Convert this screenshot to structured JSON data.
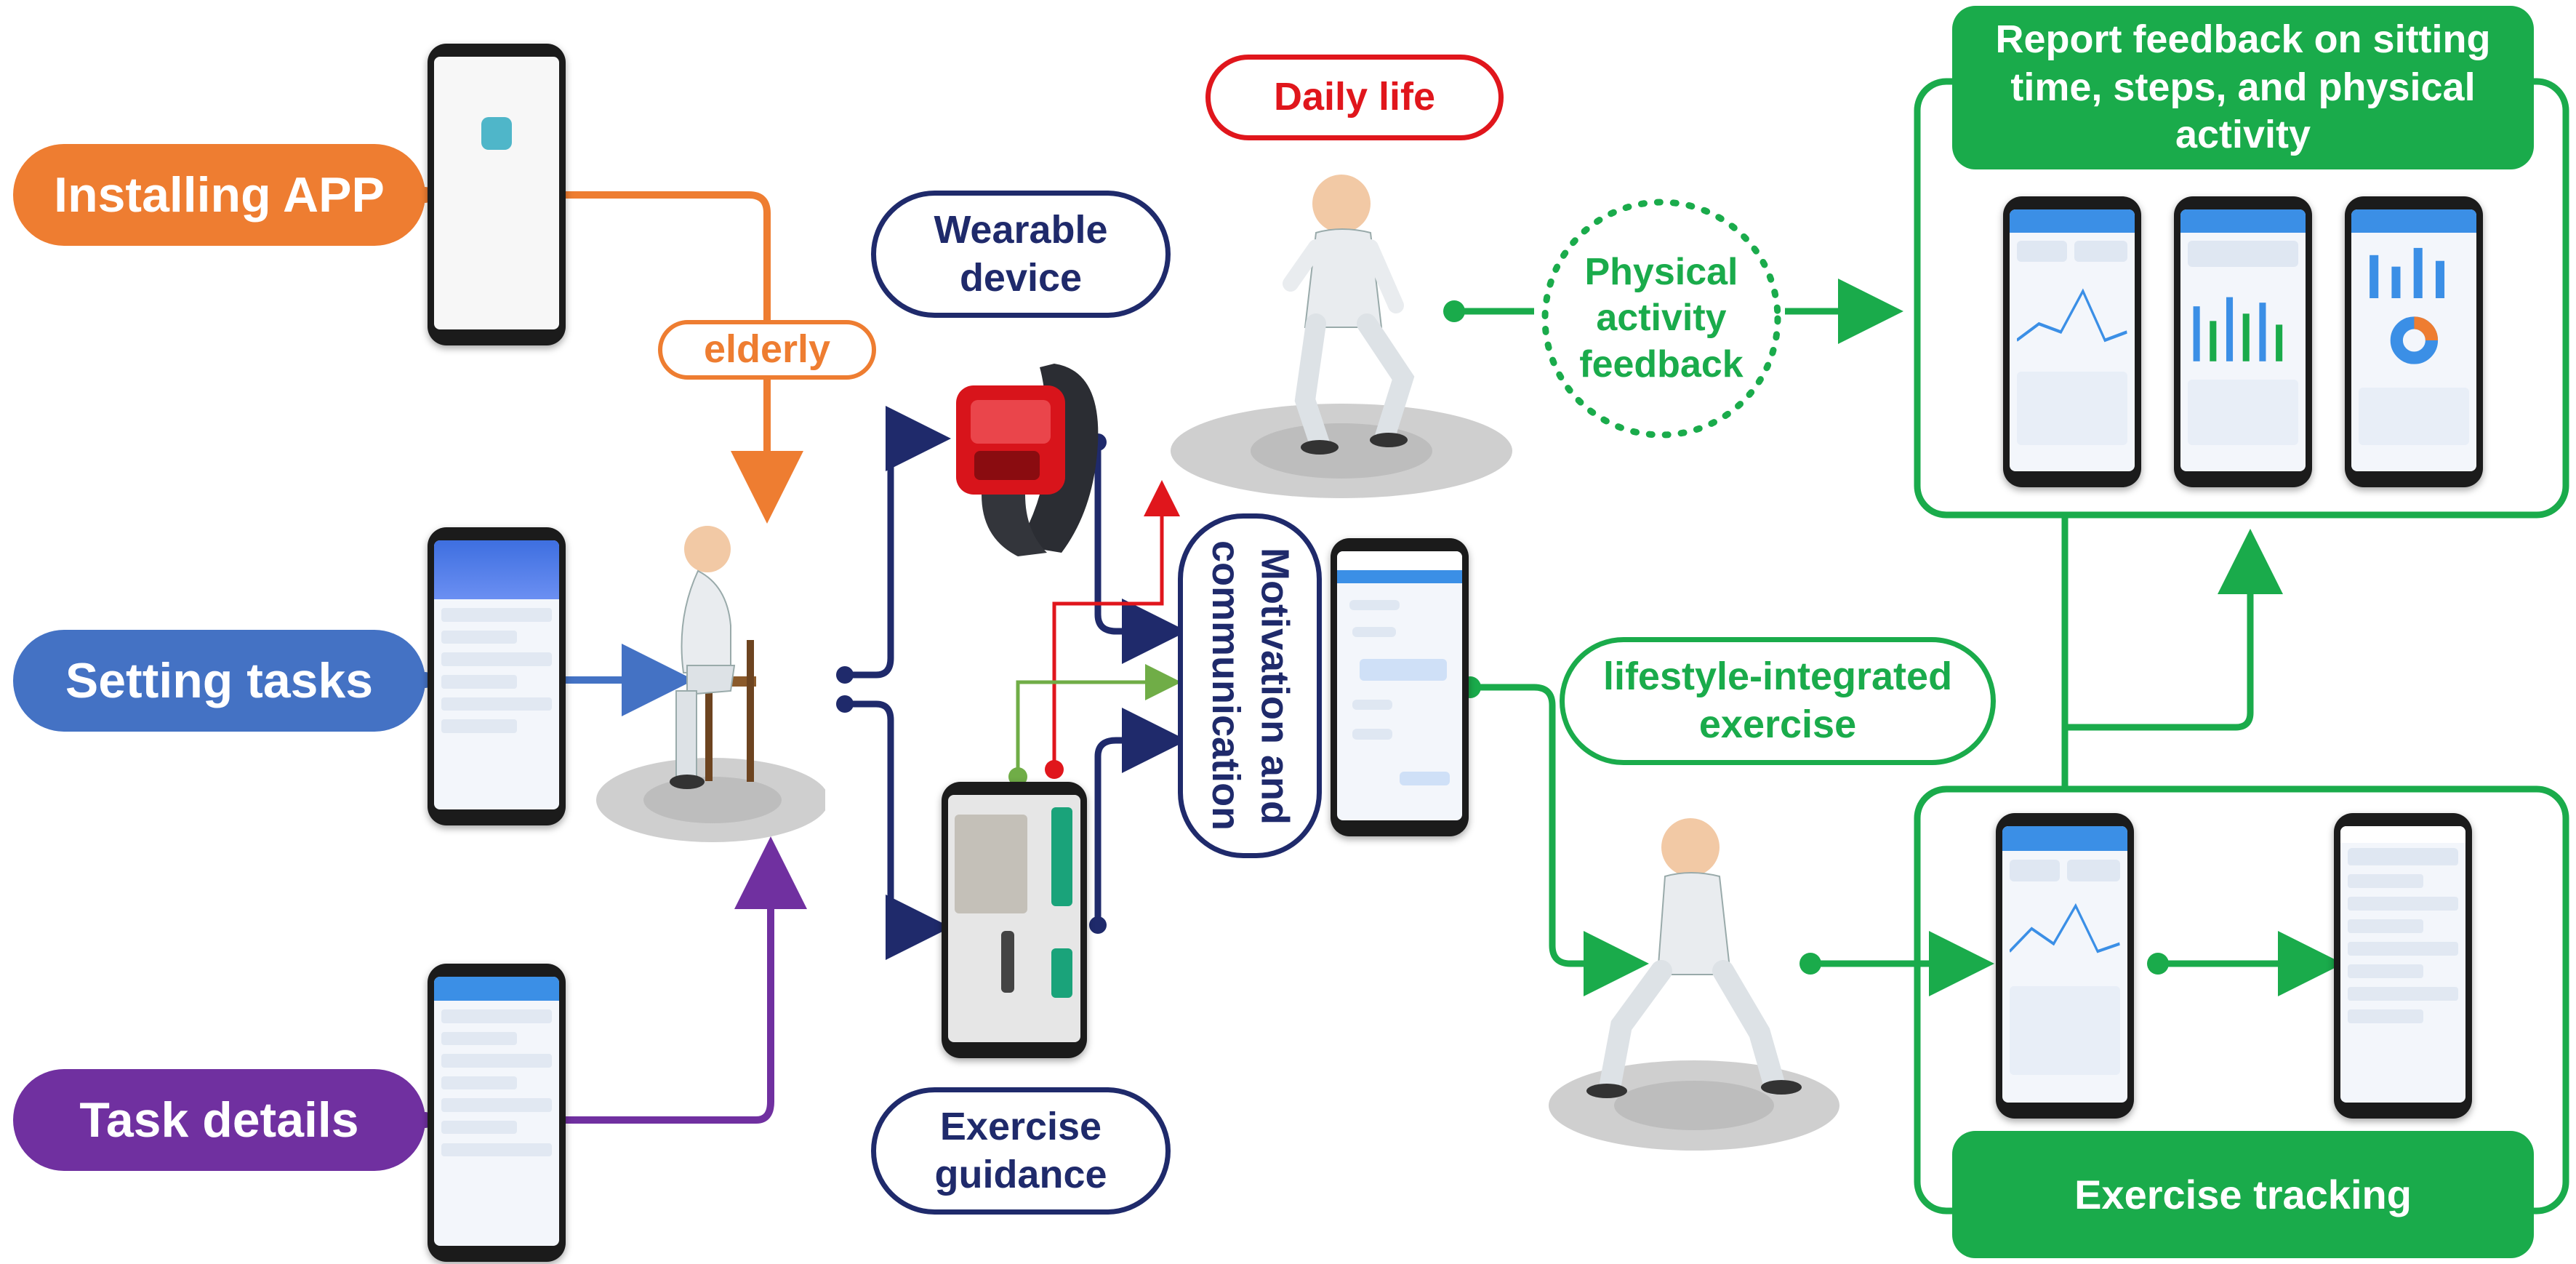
{
  "labels": {
    "installing_app": "Installing APP",
    "setting_tasks": "Setting tasks",
    "task_details": "Task details",
    "elderly": "elderly",
    "wearable_device": "Wearable device",
    "daily_life": "Daily life",
    "physical_activity_feedback": "Physical activity feedback",
    "motivation_and_communication": "Motivation and communication",
    "exercise_guidance": "Exercise guidance",
    "lifestyle_integrated_exercise": "lifestyle-integrated exercise",
    "report_feedback": "Report feedback on sitting time, steps, and physical activity",
    "exercise_tracking": "Exercise tracking"
  },
  "colors": {
    "orange": "#ee7d31",
    "blue": "#4472c4",
    "purple": "#7030a0",
    "navy": "#1f2a6b",
    "red": "#e0161c",
    "green": "#1aab4b",
    "light_green": "#70ad47"
  },
  "icons": [
    "smartphone-icon",
    "elderly-man-icon",
    "wrist-band-icon",
    "video-phone-icon",
    "chat-phone-icon",
    "report-phone-icon",
    "tracking-phone-icon"
  ]
}
